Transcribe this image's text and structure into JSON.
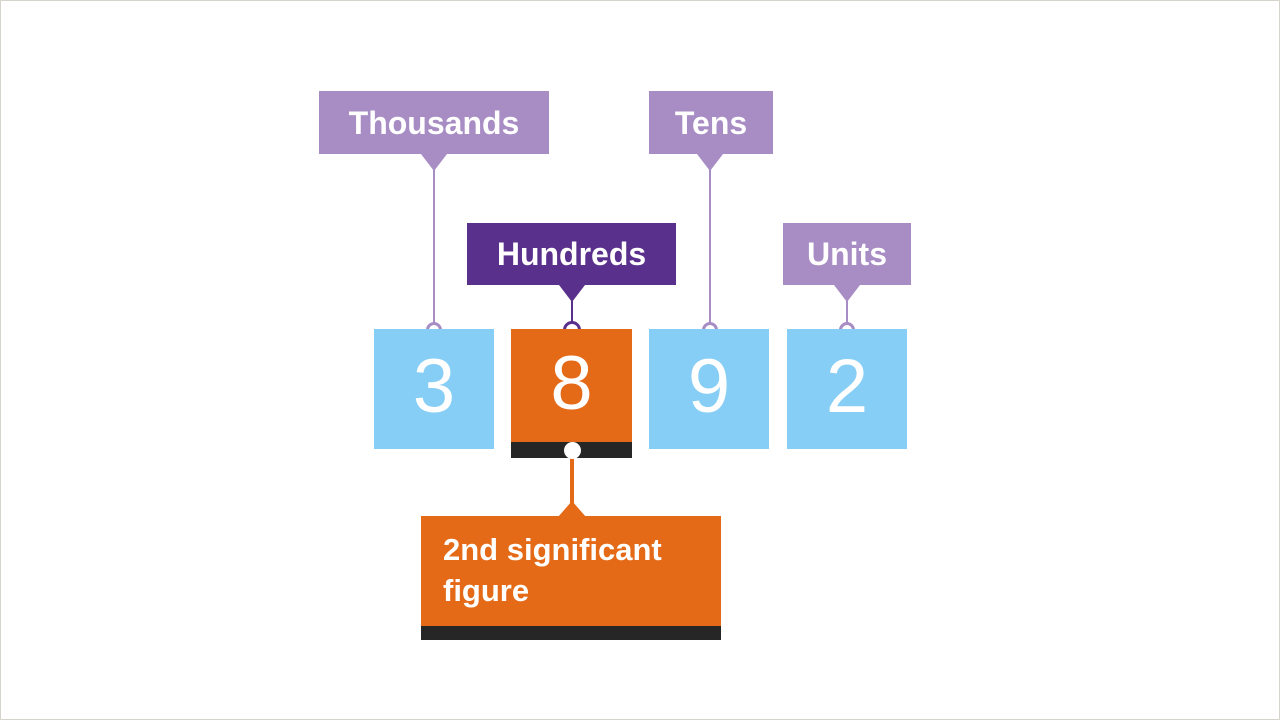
{
  "diagram": {
    "title_number": "3892",
    "colors": {
      "light_blue": "#86cef5",
      "orange": "#e56a17",
      "light_purple": "#a88cc4",
      "dark_purple": "#59318c",
      "dark_bar": "#262626",
      "background": "#ffffff"
    },
    "digits": [
      {
        "value": "3",
        "place": "Thousands",
        "highlighted": "false"
      },
      {
        "value": "8",
        "place": "Hundreds",
        "highlighted": "true"
      },
      {
        "value": "9",
        "place": "Tens",
        "highlighted": "false"
      },
      {
        "value": "2",
        "place": "Units",
        "highlighted": "false"
      }
    ],
    "place_labels": [
      {
        "text": "Thousands",
        "style": "light"
      },
      {
        "text": "Hundreds",
        "style": "dark"
      },
      {
        "text": "Tens",
        "style": "light"
      },
      {
        "text": "Units",
        "style": "light"
      }
    ],
    "annotation": {
      "line1": "2nd significant",
      "line2": "figure",
      "full_text": "2nd significant figure"
    }
  }
}
